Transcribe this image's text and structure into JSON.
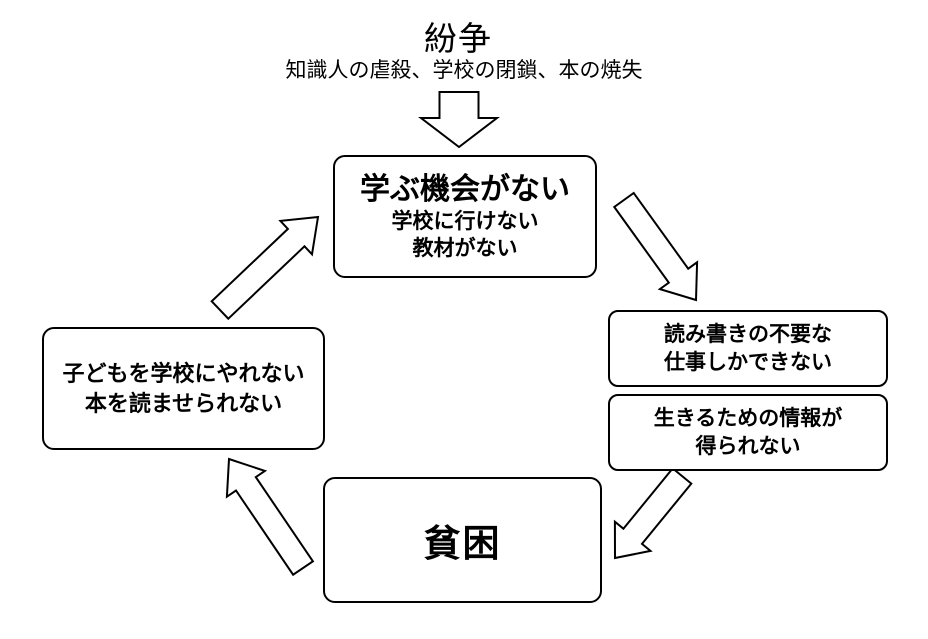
{
  "diagram": {
    "title": "紛争",
    "subtitle": "知識人の虐殺、学校の閉鎖、本の焼失",
    "top_box": {
      "heading": "学ぶ機会がない",
      "line1": "学校に行けない",
      "line2": "教材がない"
    },
    "right_box_1": {
      "line1": "読み書きの不要な",
      "line2": "仕事しかできない"
    },
    "right_box_2": {
      "line1": "生きるための情報が",
      "line2": "得られない"
    },
    "bottom_box": {
      "label": "貧困"
    },
    "left_box": {
      "line1": "子どもを学校にやれない",
      "line2": "本を読ませられない"
    },
    "arrows": {
      "conflict_to_top": "down",
      "top_to_right": "down-right",
      "right_to_bottom": "down-left",
      "bottom_to_left": "up-left",
      "left_to_top": "up-right"
    },
    "colors": {
      "ink": "#000000",
      "background": "#ffffff"
    }
  }
}
